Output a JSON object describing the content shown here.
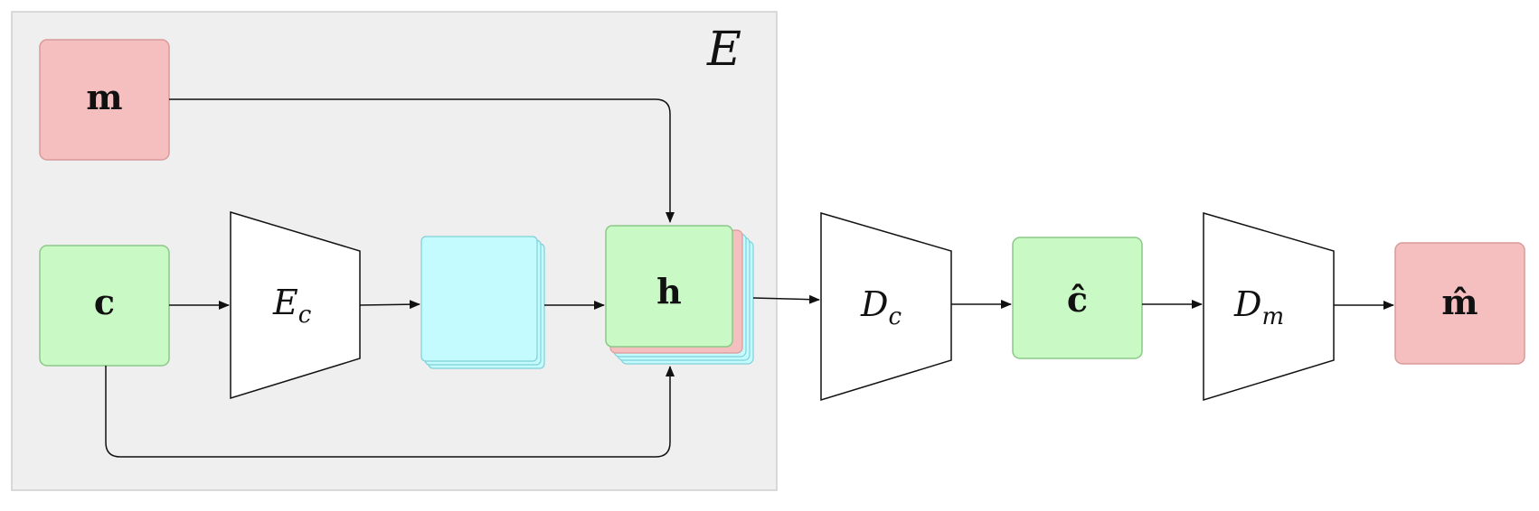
{
  "encoder_group": {
    "label": "E"
  },
  "inputs": {
    "m": "m",
    "c": "c"
  },
  "hidden": {
    "label": "h"
  },
  "outputs": {
    "c_hat": "ĉ",
    "m_hat": "m̂"
  },
  "networks": {
    "enc_c": {
      "main": "E",
      "sub": "c"
    },
    "dec_c": {
      "main": "D",
      "sub": "c"
    },
    "dec_m": {
      "main": "D",
      "sub": "m"
    }
  },
  "colors": {
    "group_bg": "#efefef",
    "pink": "#f5bfbf",
    "pink_border": "#d99a9a",
    "green": "#c9f9c4",
    "green_border": "#8cc888",
    "cyan": "#c4fbff",
    "cyan_border": "#7fd0d8",
    "stroke": "#111111"
  }
}
